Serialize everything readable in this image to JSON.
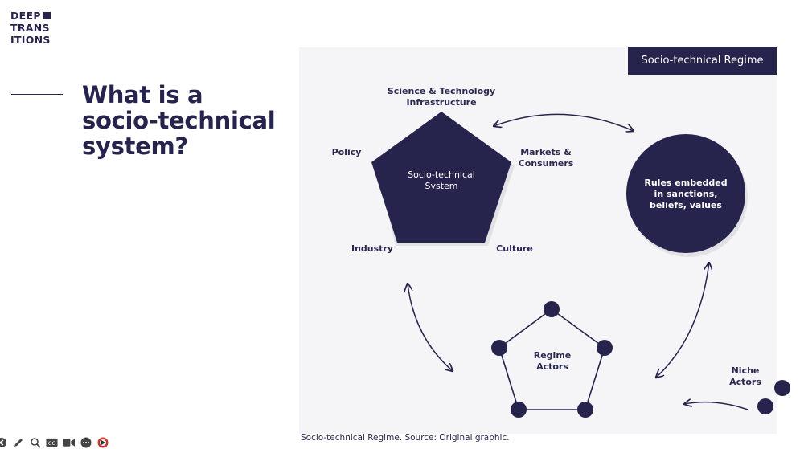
{
  "logo": {
    "line1": "DEEP",
    "line2": "TRANS",
    "line3": "ITIONS"
  },
  "title": {
    "line1": "What is a",
    "line2": "socio-technical",
    "line3": "system?"
  },
  "diagram": {
    "badge": "Socio-technical Regime",
    "pentagon": {
      "line1": "Socio-technical",
      "line2": "System"
    },
    "labels": {
      "science_1": "Science & Technology",
      "science_2": "Infrastructure",
      "policy": "Policy",
      "markets_1": "Markets &",
      "markets_2": "Consumers",
      "industry": "Industry",
      "culture": "Culture"
    },
    "rules": {
      "line1": "Rules embedded",
      "line2": "in sanctions,",
      "line3": "beliefs, values"
    },
    "regime_actors": {
      "line1": "Regime",
      "line2": "Actors"
    },
    "niche_actors": {
      "line1": "Niche",
      "line2": "Actors"
    },
    "colors": {
      "navy": "#26244c",
      "panel": "#f5f5f7"
    }
  },
  "caption": "Socio-technical Regime. Source: Original graphic.",
  "toolbar": {
    "icons": [
      "arrow-circle-icon",
      "pen-icon",
      "magnifier-icon",
      "closed-caption-icon",
      "video-camera-icon",
      "more-options-icon",
      "pointer-icon"
    ],
    "cc_label": "CC"
  }
}
